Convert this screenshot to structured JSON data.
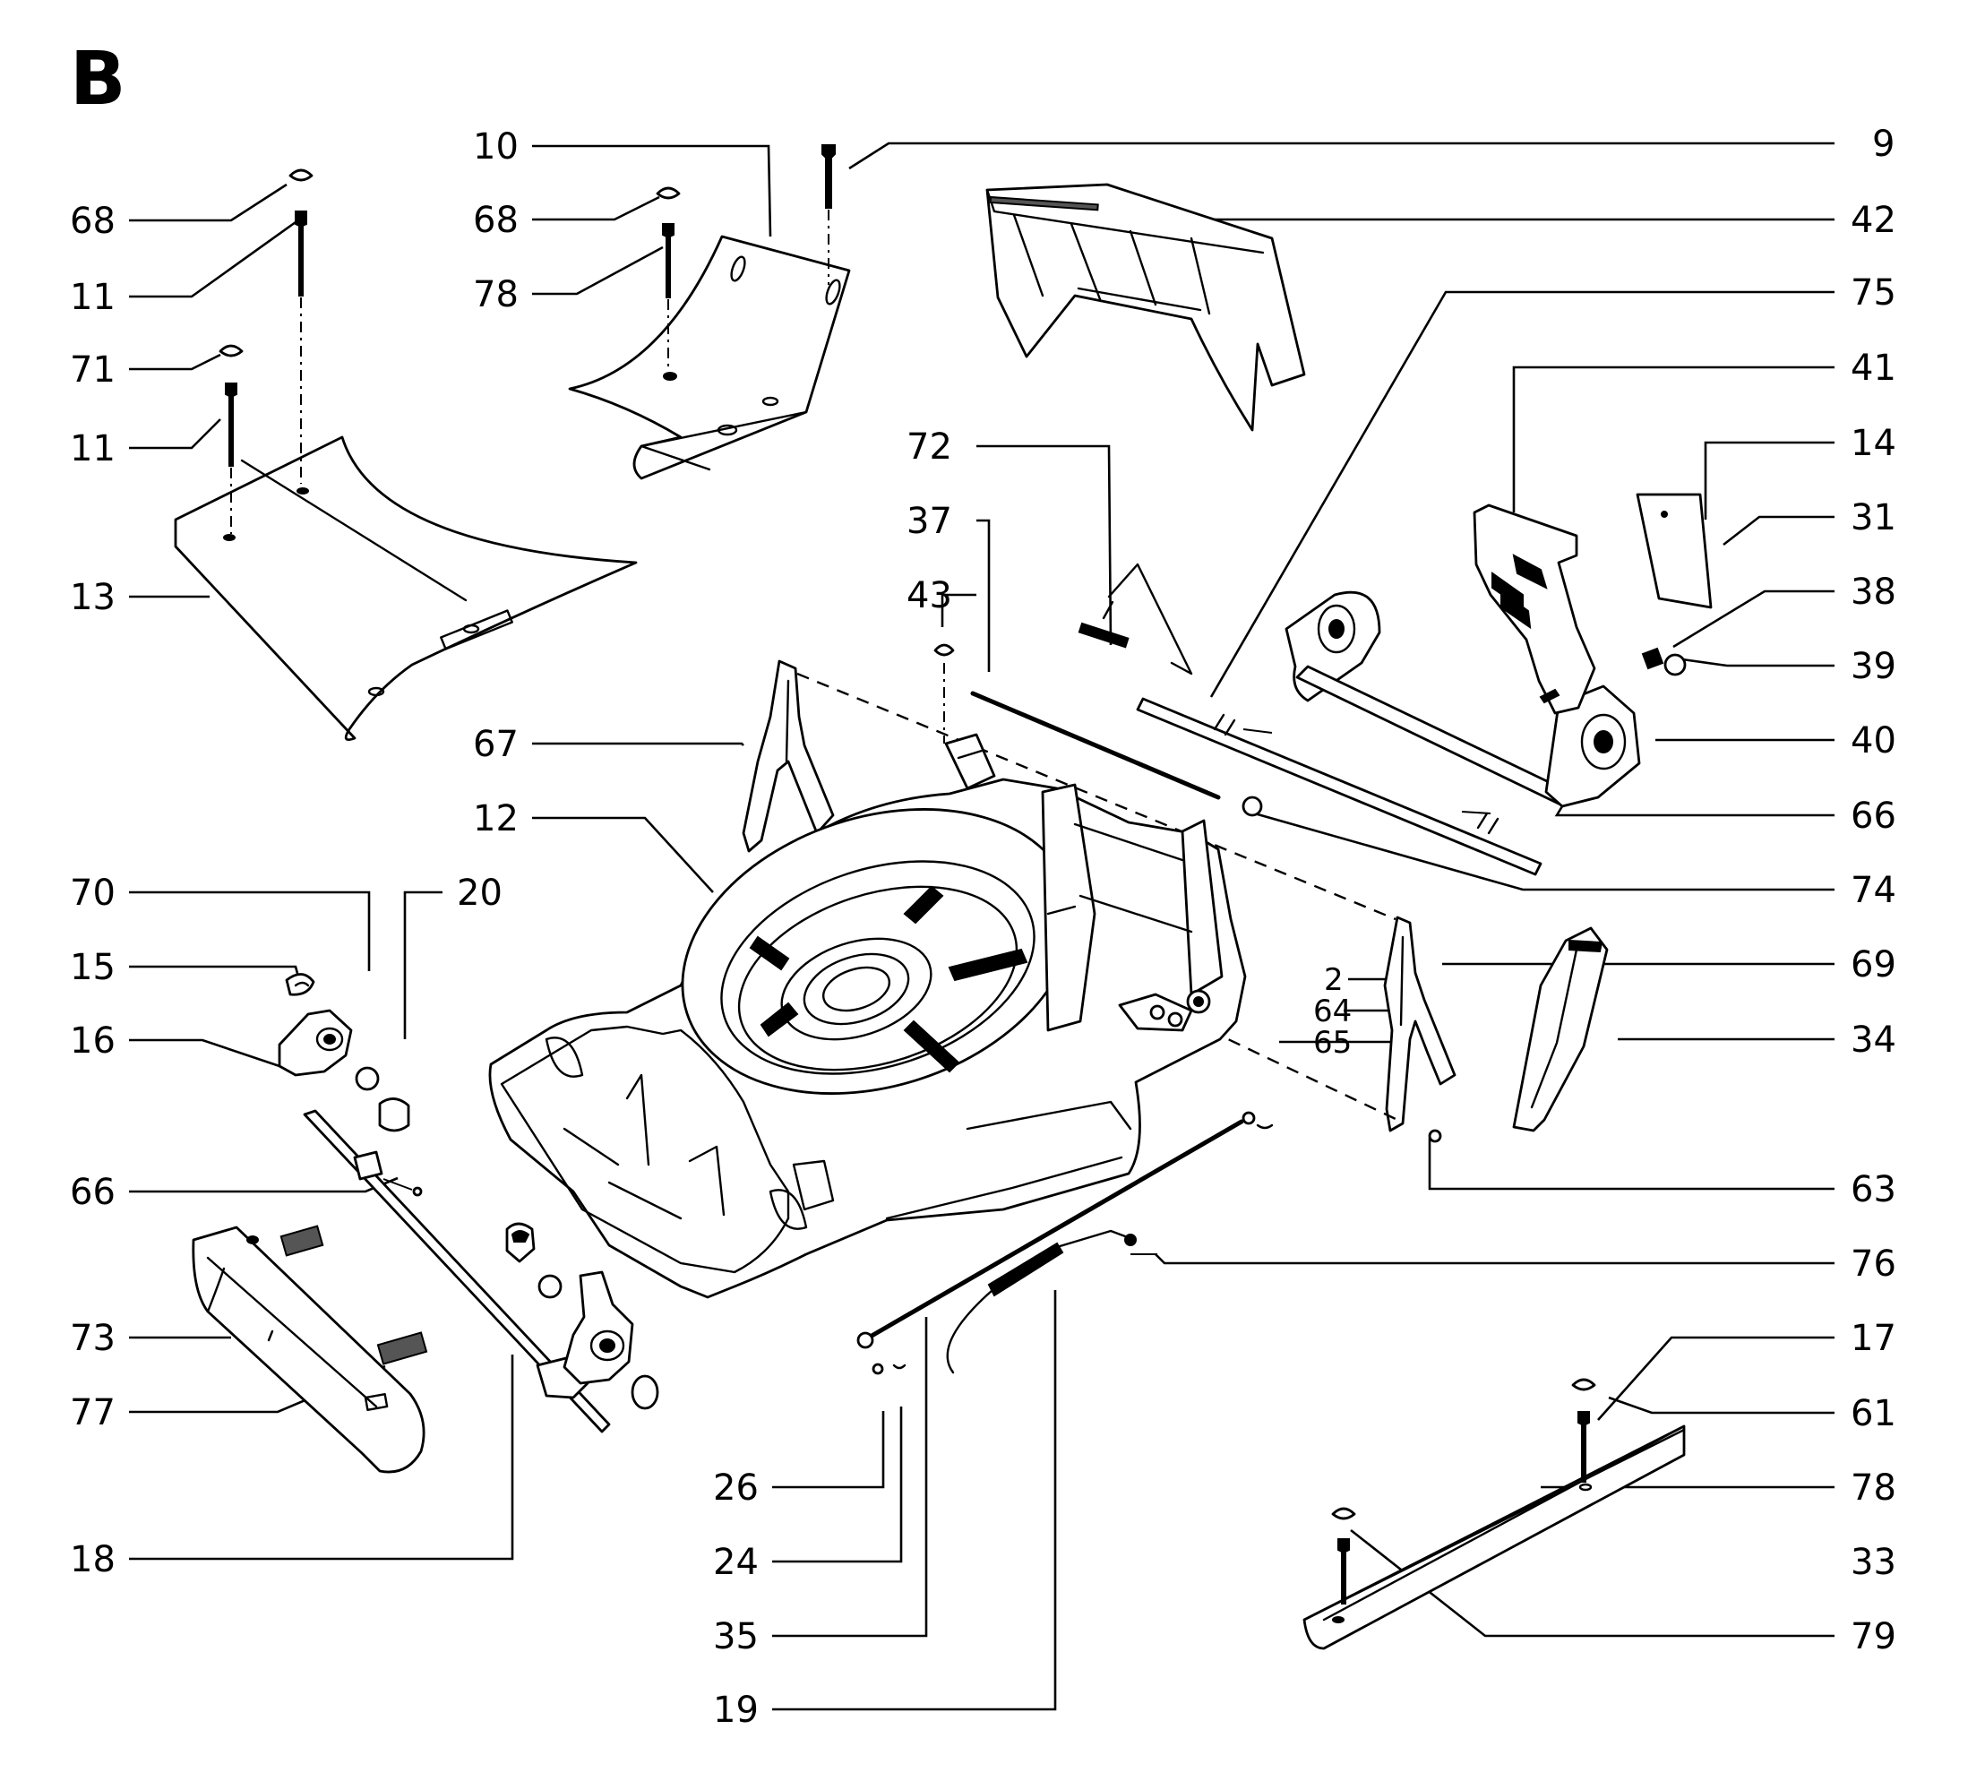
{
  "diagram": {
    "section_letter": "B",
    "callouts": {
      "c68a": "68",
      "c11a": "11",
      "c71": "71",
      "c11b": "11",
      "c13": "13",
      "c10": "10",
      "c68b": "68",
      "c78a": "78",
      "c9": "9",
      "c42": "42",
      "c75": "75",
      "c41": "41",
      "c14": "14",
      "c31": "31",
      "c38": "38",
      "c39": "39",
      "c40": "40",
      "c66a": "66",
      "c74": "74",
      "c69": "69",
      "c34": "34",
      "c63": "63",
      "c76": "76",
      "c17": "17",
      "c61": "61",
      "c78b": "78",
      "c33": "33",
      "c79": "79",
      "c72": "72",
      "c37": "37",
      "c43": "43",
      "c67": "67",
      "c12": "12",
      "c70": "70",
      "c20": "20",
      "c15": "15",
      "c16": "16",
      "c66b": "66",
      "c73": "73",
      "c77": "77",
      "c18": "18",
      "c26": "26",
      "c24": "24",
      "c35": "35",
      "c19": "19",
      "c2": "2",
      "c64": "64",
      "c65": "65"
    }
  }
}
